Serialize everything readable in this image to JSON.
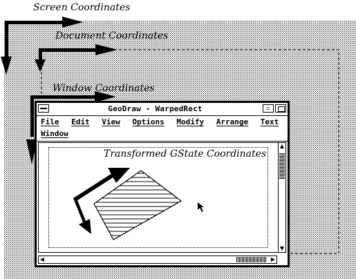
{
  "labels": {
    "screen": "Screen Coordinates",
    "document": "Document Coordinates",
    "window": "Window Coordinates",
    "gstate": "Transformed GState Coordinates"
  },
  "window": {
    "title": "GeoDraw - WarpedRect",
    "minimize_glyph": "▫",
    "menu_row1": [
      "File",
      "Edit",
      "View",
      "Options",
      "Modify",
      "Arrange",
      "Text"
    ],
    "menu_row2": [
      "Window"
    ],
    "scroll_up_glyph": "▲",
    "scroll_down_glyph": "▼",
    "scroll_left_glyph": "◀",
    "scroll_right_glyph": "▶"
  },
  "icons": {
    "pointer": "arrow-cursor-icon"
  }
}
